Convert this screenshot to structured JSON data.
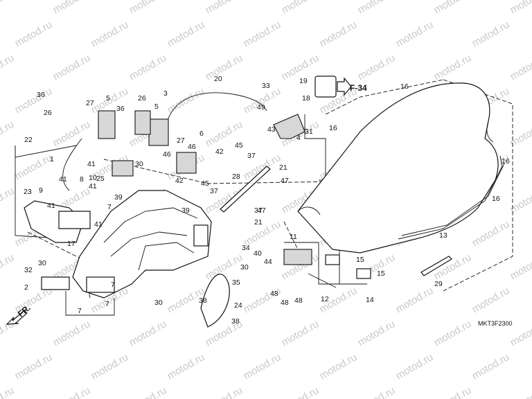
{
  "diagram": {
    "code": "MKT3F2300",
    "ref_label": "F-34",
    "direction_label": "FR.",
    "watermark": "motod.ru",
    "callouts": [
      "1",
      "2",
      "3",
      "4",
      "5",
      "6",
      "7",
      "8",
      "9",
      "10",
      "11",
      "12",
      "13",
      "14",
      "15",
      "16",
      "17",
      "18",
      "19",
      "20",
      "21",
      "22",
      "23",
      "24",
      "25",
      "26",
      "27",
      "28",
      "29",
      "30",
      "31",
      "32",
      "33",
      "34",
      "35",
      "36",
      "37",
      "38",
      "39",
      "40",
      "41",
      "42",
      "43",
      "44",
      "45",
      "46",
      "47",
      "48",
      "49"
    ]
  }
}
